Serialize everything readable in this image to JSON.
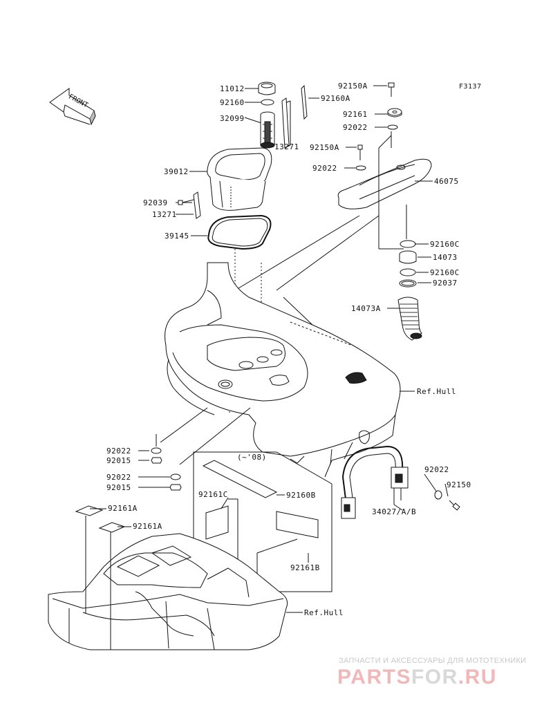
{
  "diagram": {
    "code": "F3137",
    "front_label": "FRONT",
    "subset_note": "(~'08)",
    "ref_hull_upper": "Ref.Hull",
    "ref_hull_lower": "Ref.Hull"
  },
  "parts": [
    {
      "id": "p11012",
      "label": "11012"
    },
    {
      "id": "p92160",
      "label": "92160"
    },
    {
      "id": "p32099",
      "label": "32099"
    },
    {
      "id": "p13271a",
      "label": "13271"
    },
    {
      "id": "p39012",
      "label": "39012"
    },
    {
      "id": "p92039",
      "label": "92039"
    },
    {
      "id": "p13271b",
      "label": "13271"
    },
    {
      "id": "p39145",
      "label": "39145"
    },
    {
      "id": "p92150Aa",
      "label": "92150A"
    },
    {
      "id": "p92160A",
      "label": "92160A"
    },
    {
      "id": "p92161",
      "label": "92161"
    },
    {
      "id": "p92022a",
      "label": "92022"
    },
    {
      "id": "p92150Ab",
      "label": "92150A"
    },
    {
      "id": "p92022b",
      "label": "92022"
    },
    {
      "id": "p46075",
      "label": "46075"
    },
    {
      "id": "p92160Ca",
      "label": "92160C"
    },
    {
      "id": "p14073",
      "label": "14073"
    },
    {
      "id": "p92160Cb",
      "label": "92160C"
    },
    {
      "id": "p92037",
      "label": "92037"
    },
    {
      "id": "p14073A",
      "label": "14073A"
    },
    {
      "id": "p92022c",
      "label": "92022"
    },
    {
      "id": "p92015a",
      "label": "92015"
    },
    {
      "id": "p92022d",
      "label": "92022"
    },
    {
      "id": "p92015b",
      "label": "92015"
    },
    {
      "id": "p92022e",
      "label": "92022"
    },
    {
      "id": "p92150",
      "label": "92150"
    },
    {
      "id": "p34027",
      "label": "34027/A/B"
    },
    {
      "id": "p92161C",
      "label": "92161C"
    },
    {
      "id": "p92160B",
      "label": "92160B"
    },
    {
      "id": "p92161B",
      "label": "92161B"
    },
    {
      "id": "p92161Aa",
      "label": "92161A"
    },
    {
      "id": "p92161Ab",
      "label": "92161A"
    }
  ],
  "watermark": {
    "tagline": "ЗАПЧАСТИ И АКСЕССУАРЫ ДЛЯ МОТОТЕХНИКИ",
    "brand_a": "PARTS",
    "brand_b": "FOR",
    "brand_c": ".RU"
  }
}
